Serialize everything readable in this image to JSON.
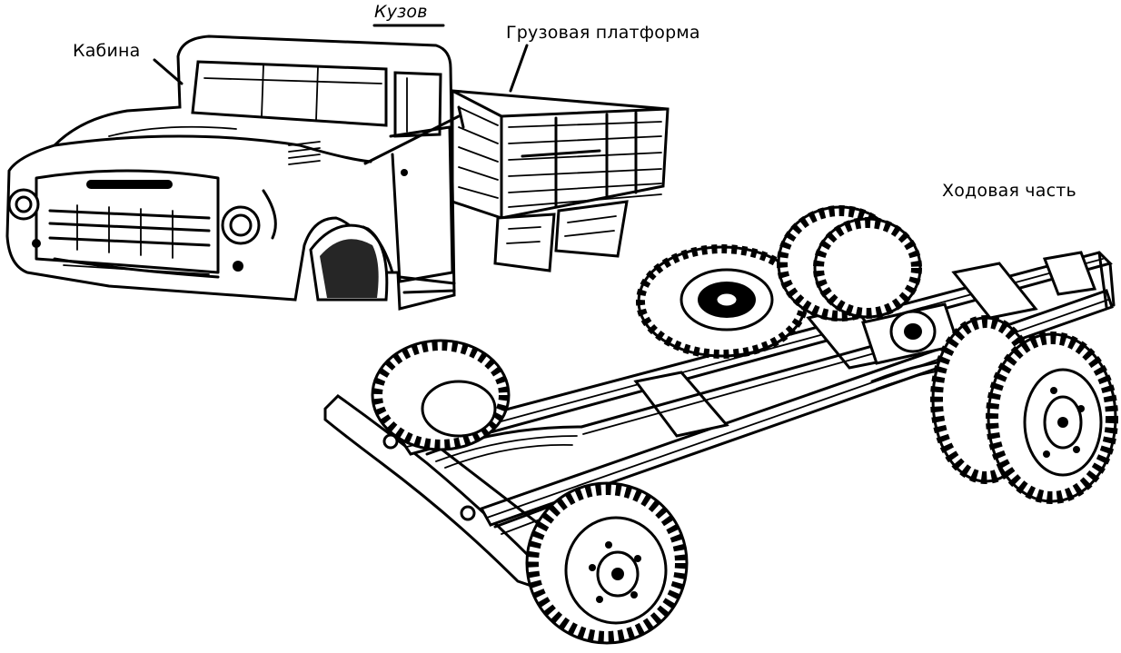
{
  "labels": {
    "body": "Кузов",
    "cab": "Кабина",
    "platform": "Грузовая платформа",
    "chassis": "Ходовая часть"
  }
}
